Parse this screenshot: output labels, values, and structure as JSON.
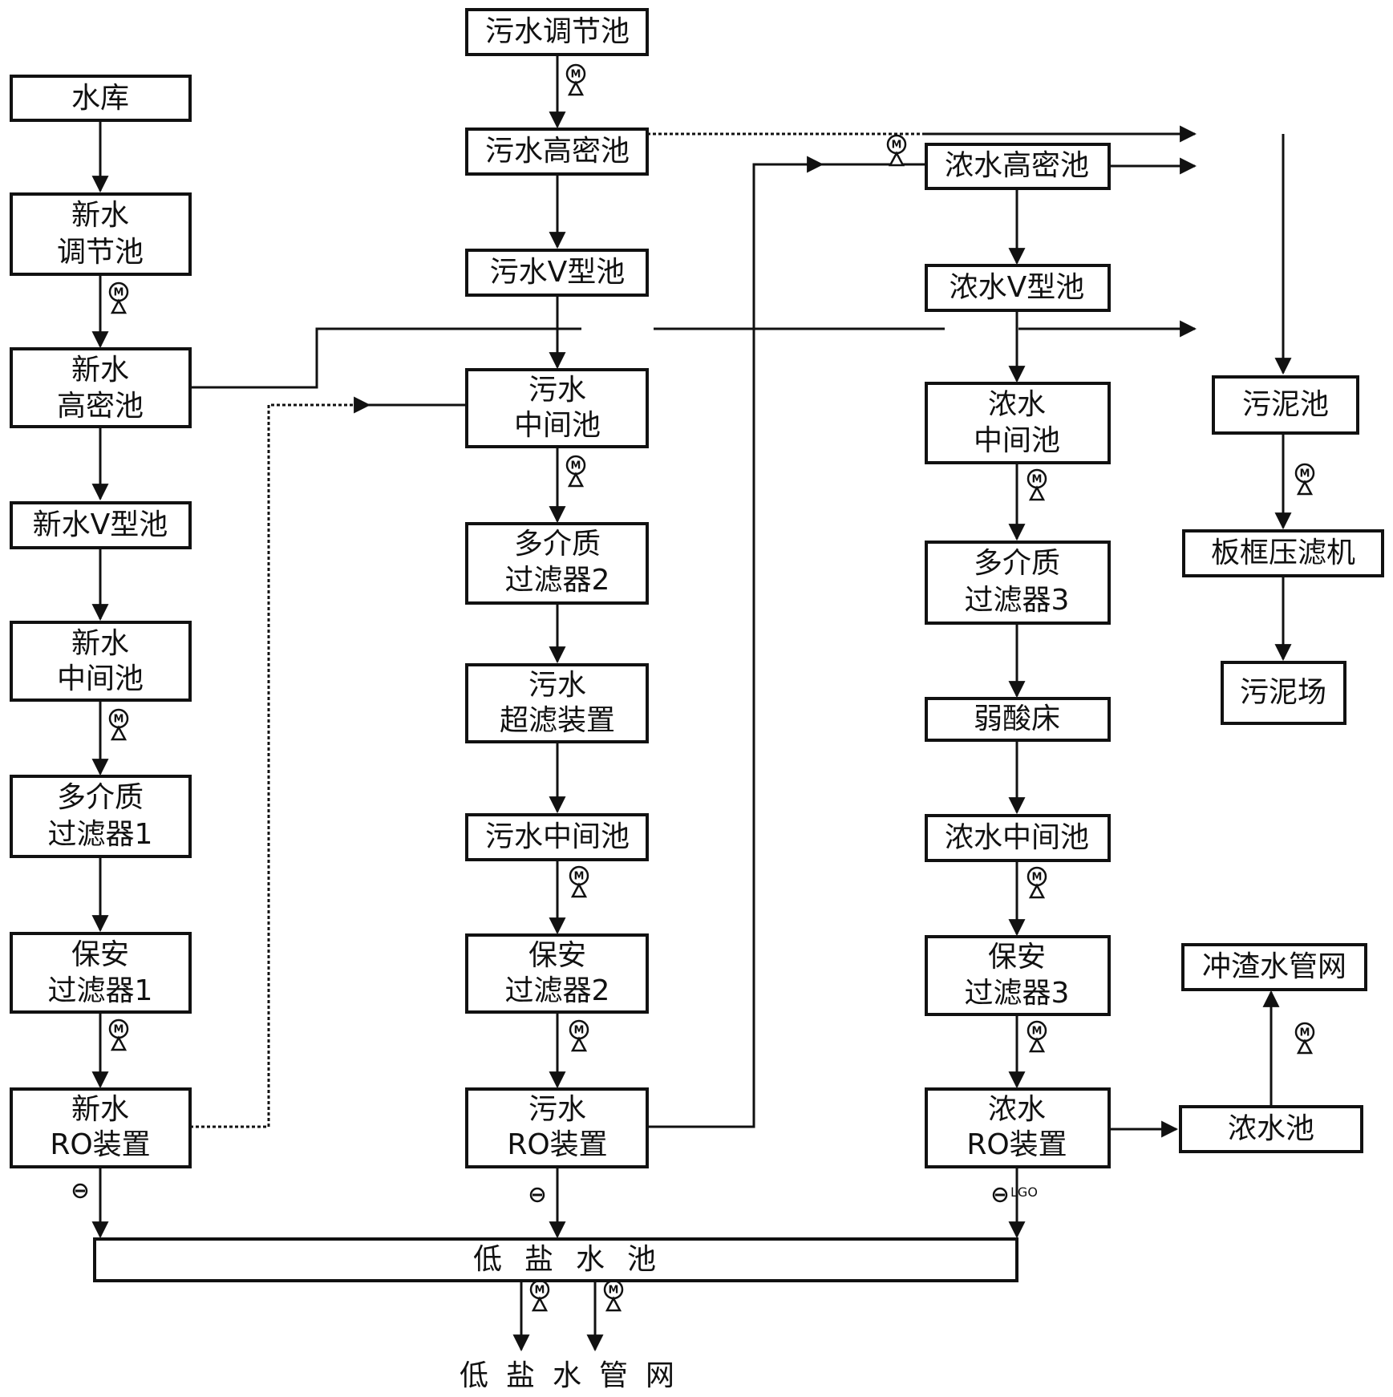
{
  "nodes": {
    "reservoir": "水库",
    "fresh_regulating_1": "新水",
    "fresh_regulating_2": "调节池",
    "fresh_hd_1": "新水",
    "fresh_hd_2": "高密池",
    "fresh_v": "新水V型池",
    "fresh_mid_1": "新水",
    "fresh_mid_2": "中间池",
    "mmf1_1": "多介质",
    "mmf1_2": "过滤器1",
    "sf1_1": "保安",
    "sf1_2": "过滤器1",
    "fresh_ro_1": "新水",
    "fresh_ro_2": "RO装置",
    "sewage_regulating": "污水调节池",
    "sewage_hd": "污水高密池",
    "sewage_v": "污水V型池",
    "sewage_mid_1": "污水",
    "sewage_mid_2": "中间池",
    "mmf2_1": "多介质",
    "mmf2_2": "过滤器2",
    "uf_1": "污水",
    "uf_2": "超滤装置",
    "sewage_mid_b": "污水中间池",
    "sf2_1": "保安",
    "sf2_2": "过滤器2",
    "sewage_ro_1": "污水",
    "sewage_ro_2": "RO装置",
    "conc_hd": "浓水高密池",
    "conc_v": "浓水V型池",
    "conc_mid_1": "浓水",
    "conc_mid_2": "中间池",
    "mmf3_1": "多介质",
    "mmf3_2": "过滤器3",
    "weak_acid": "弱酸床",
    "conc_mid_b": "浓水中间池",
    "sf3_1": "保安",
    "sf3_2": "过滤器3",
    "conc_ro_1": "浓水",
    "conc_ro_2": "RO装置",
    "sludge_pool": "污泥池",
    "filter_press": "板框压滤机",
    "sludge_yard": "污泥场",
    "slag_network": "冲渣水管网",
    "conc_pool": "浓水池",
    "low_salt_pool": "低盐水池",
    "low_salt_network": "低盐水管网"
  },
  "labels": {
    "meter_tag": "LGO"
  },
  "pump_symbol": "M",
  "icons": [
    "pump-icon",
    "flow-meter-icon",
    "arrow-icon"
  ]
}
